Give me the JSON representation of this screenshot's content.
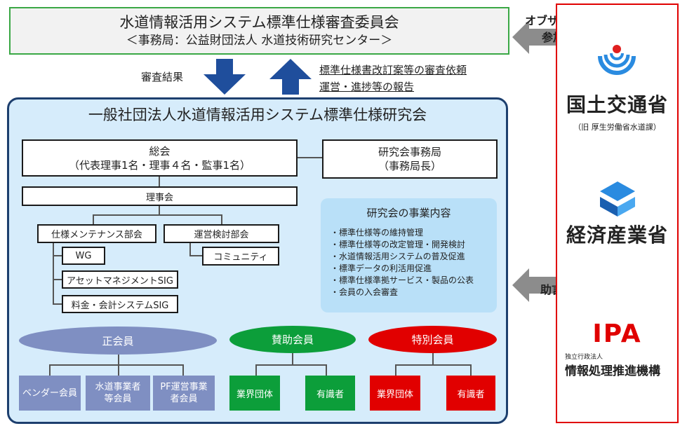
{
  "committee": {
    "title": "水道情報活用システム標準仕様審査委員会",
    "subtitle": "＜事務局：公益財団法人 水道技術研究センター＞"
  },
  "arrows": {
    "down_label": "審査結果",
    "up_label_line1": "標準仕様書改訂案等の審査依頼",
    "up_label_line2": "運営・進捗等の報告"
  },
  "org": {
    "title": "一般社団法人水道情報活用システム標準仕様研究会",
    "general_assembly": {
      "line1": "総会",
      "line2": "（代表理事1名・理事４名・監事1名）"
    },
    "secretariat": {
      "line1": "研究会事務局",
      "line2": "（事務局長）"
    },
    "board": "理事会",
    "spec_dept": "仕様メンテナンス部会",
    "ops_dept": "運営検討部会",
    "wg": "WG",
    "asset_sig": "アセットマネジメントSIG",
    "billing_sig": "料金・会計システムSIG",
    "community": "コミュニティ",
    "business": {
      "title": "研究会の事業内容",
      "items": [
        "・標準仕様等の維持管理",
        "・標準仕様等の改定管理・開発検討",
        "・水道情報活用システムの普及促進",
        "・標準データの利活用促進",
        "・標準仕様準拠サービス・製品の公表",
        "・会員の入会審査"
      ]
    },
    "members": {
      "regular": {
        "label": "正会員",
        "children": [
          "ベンダー会員",
          "水道事業者等会員",
          "PF運営事業者会員"
        ]
      },
      "supporting": {
        "label": "賛助会員",
        "children": [
          "業界団体",
          "有識者"
        ]
      },
      "special": {
        "label": "特別会員",
        "children": [
          "業界団体",
          "有識者"
        ]
      }
    }
  },
  "side": {
    "observer_line1": "オブザーバ",
    "observer_line2": "参加",
    "advice": "助言"
  },
  "gov": {
    "mlit": "国土交通省",
    "mlit_note": "（旧 厚生労働省水道課）",
    "meti": "経済産業省",
    "ipa_logo": "IPA",
    "ipa_small": "独立行政法人",
    "ipa_name": "情報処理推進機構"
  },
  "colors": {
    "committee_border": "#3aa845",
    "org_fill": "#d6ecfb",
    "org_border": "#1d3f6e",
    "arrow_blue": "#1f4e9c",
    "regular_member": "#7f8fc2",
    "supporting_member": "#0c9e3a",
    "special_member": "#e10000",
    "gov_border": "#e00000",
    "side_arrow": "#8c8c8c"
  }
}
